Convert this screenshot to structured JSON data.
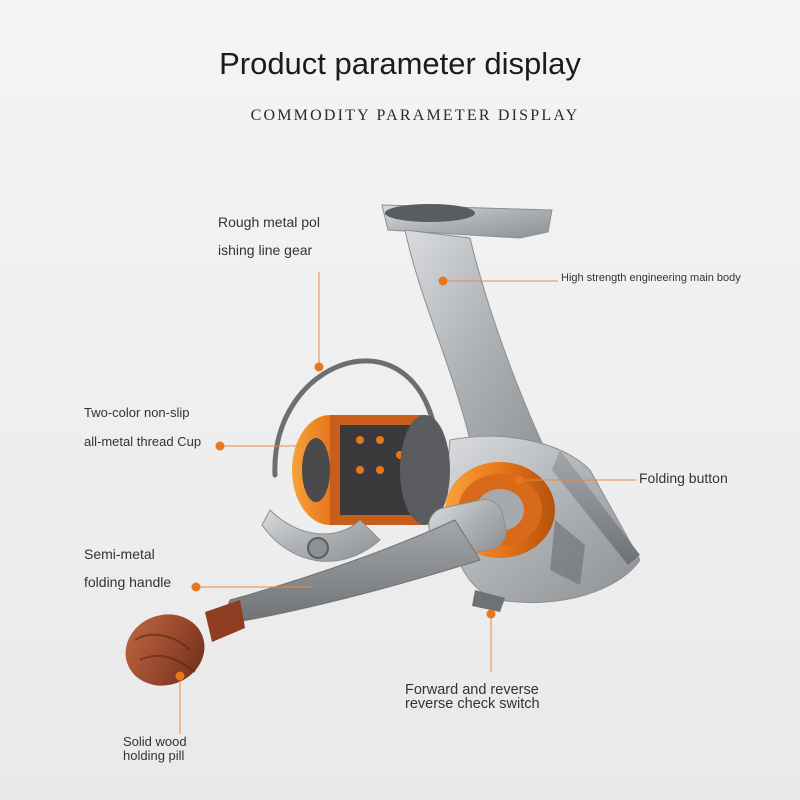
{
  "header": {
    "title": "Product parameter display",
    "subtitle": "COMMODITY PARAMETER DISPLAY"
  },
  "callouts": {
    "line_gear": [
      "Rough metal pol",
      "ishing line gear"
    ],
    "main_body": "High strength engineering main body",
    "thread_cup": [
      "Two-color non-slip",
      "all-metal thread Cup"
    ],
    "folding_button": "Folding button",
    "folding_handle": [
      "Semi-metal",
      "folding handle"
    ],
    "check_switch": [
      "Forward and reverse",
      "reverse check switch"
    ],
    "wood_pill": [
      "Solid wood",
      "holding pill"
    ]
  },
  "colors": {
    "accent_orange": "#e8761c",
    "leader_line": "#e48a4a",
    "reel_silver": "#b9bcbf",
    "wood": "#9b4a2e"
  }
}
